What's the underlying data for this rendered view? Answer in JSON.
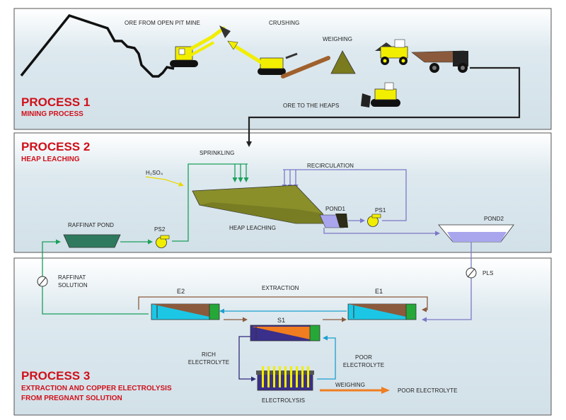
{
  "process1": {
    "title": "PROCESS 1",
    "subtitle": "MINING PROCESS",
    "labels": {
      "ore_from_pit": "ORE FROM OPEN PIT MINE",
      "crushing": "CRUSHING",
      "weighing": "WEIGHING",
      "ore_to_heaps": "ORE TO THE HEAPS"
    }
  },
  "process2": {
    "title": "PROCESS 2",
    "subtitle": "HEAP LEACHING",
    "labels": {
      "sprinkling": "SPRINKLING",
      "h2so4": "H₂SO₄",
      "recirculation": "RECIRCULATION",
      "raffinat_pond": "RAFFINAT POND",
      "ps2": "PS2",
      "heap_leaching": "HEAP LEACHING",
      "pond1": "POND1",
      "ps1": "PS1",
      "pond2": "POND2"
    }
  },
  "process3": {
    "title": "PROCESS 3",
    "subtitle_line1": "EXTRACTION AND COPPER ELECTROLYSIS",
    "subtitle_line2": "FROM PREGNANT SOLUTION",
    "labels": {
      "raffinat_solution_1": "RAFFINAT",
      "raffinat_solution_2": "SOLUTION",
      "pls": "PLS",
      "e2": "E2",
      "extraction": "EXTRACTION",
      "e1": "E1",
      "s1": "S1",
      "rich_electrolyte_1": "RICH",
      "rich_electrolyte_2": "ELECTROLYTE",
      "poor_electrolyte_1": "POOR",
      "poor_electrolyte_2": "ELECTROLYTE",
      "weighing": "WEIGHING",
      "poor_electrolyte_out": "POOR ELECTROLYTE",
      "electrolysis": "ELECTROLYSIS"
    }
  },
  "colors": {
    "panel_border": "#555555",
    "title_red": "#d0101a",
    "sprinkle_green": "#1aa05a",
    "recirc_purple": "#7b78c6",
    "extraction_brown": "#8b5a3c",
    "cyan_flow": "#1b9fd0",
    "heap_olive": "#8a8f2a",
    "pond_blue": "#a9a6ee",
    "machine_yellow": "#f2ee00",
    "weighing_orange": "#f07d1f"
  }
}
